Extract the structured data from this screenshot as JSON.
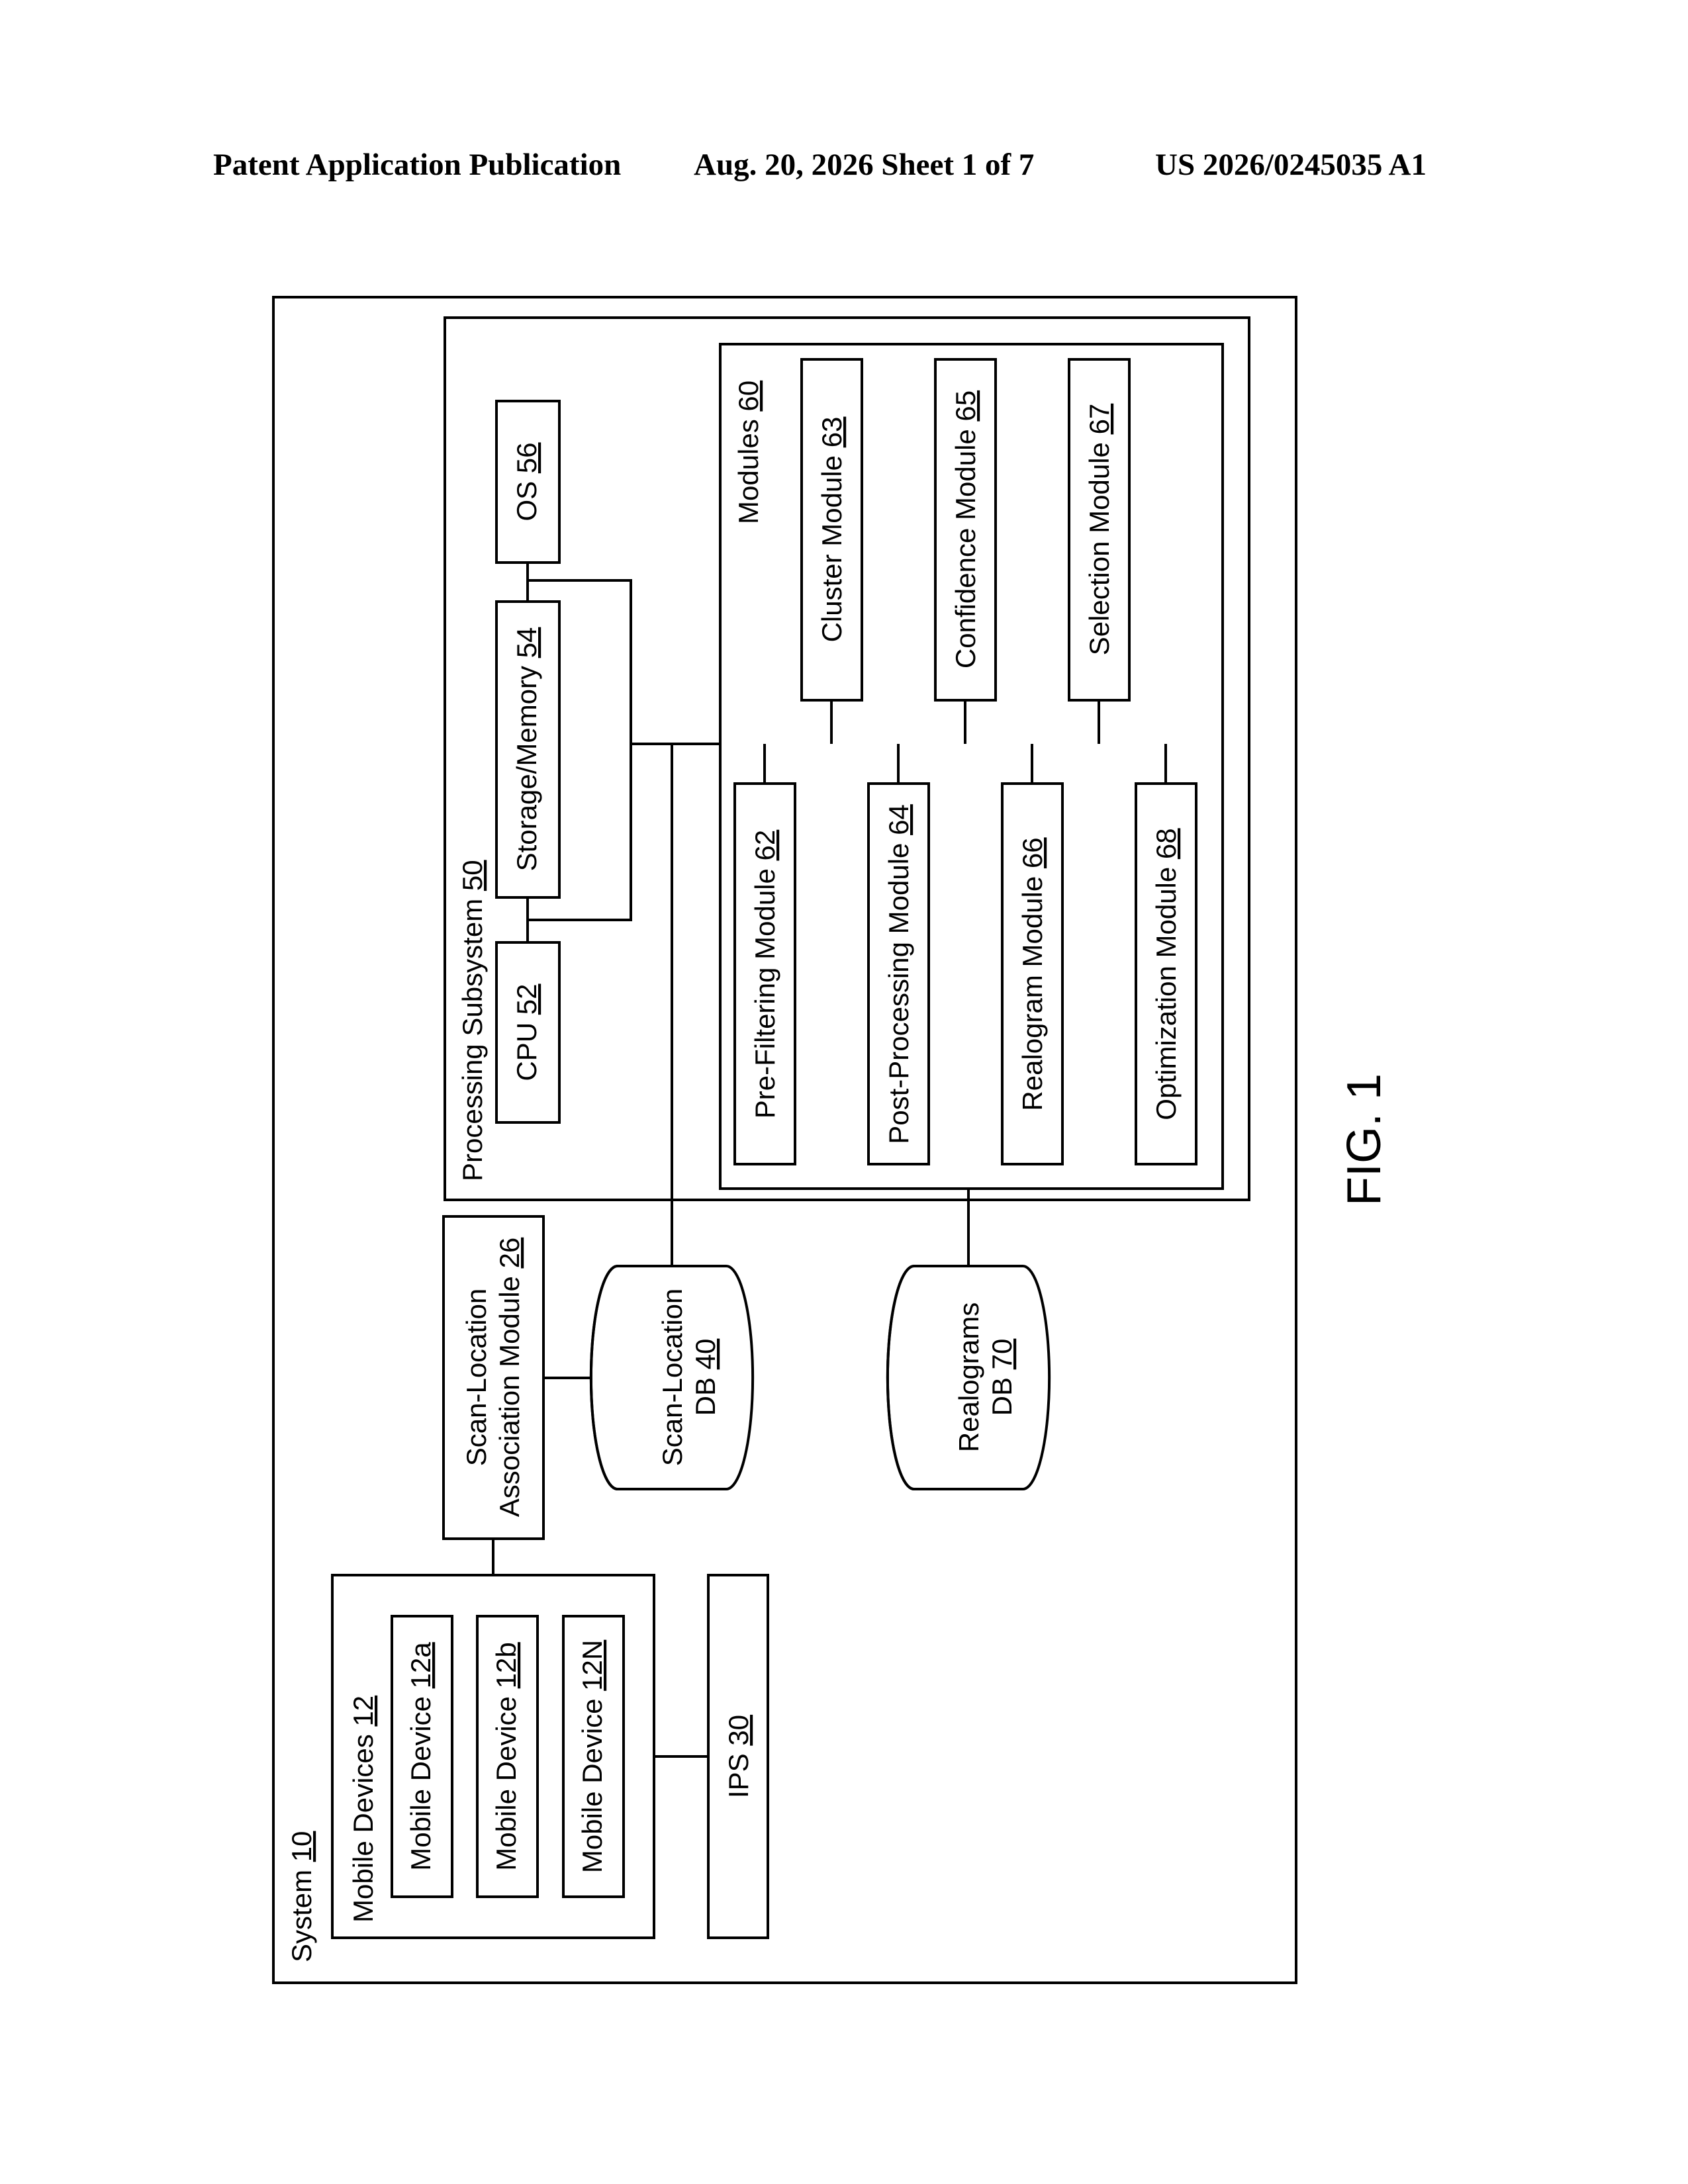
{
  "header": {
    "publication": "Patent Application Publication",
    "date_sheet": "Aug. 20, 2026  Sheet 1 of 7",
    "number": "US 2026/0245035 A1"
  },
  "figure_label": "FIG. 1",
  "system": {
    "label": "System",
    "ref": "10"
  },
  "mobile_devices": {
    "label": "Mobile Devices",
    "ref": "12",
    "devices": [
      {
        "label": "Mobile Device",
        "ref": "12a"
      },
      {
        "label": "Mobile Device",
        "ref": "12b"
      },
      {
        "label": "Mobile Device",
        "ref": "12N"
      }
    ]
  },
  "ips": {
    "label": "IPS",
    "ref": "30"
  },
  "scan_location_module": {
    "line1": "Scan-Location",
    "line2": "Association Module",
    "ref": "26"
  },
  "scan_location_db": {
    "line1": "Scan-Location",
    "line2": "DB",
    "ref": "40"
  },
  "realograms_db": {
    "line1": "Realograms",
    "line2": "DB",
    "ref": "70"
  },
  "processing": {
    "label": "Processing Subsystem",
    "ref": "50",
    "cpu": {
      "label": "CPU",
      "ref": "52"
    },
    "storage": {
      "label": "Storage/Memory",
      "ref": "54"
    },
    "os": {
      "label": "OS",
      "ref": "56"
    }
  },
  "modules": {
    "label": "Modules",
    "ref": "60",
    "items": [
      {
        "label": "Pre-Filtering Module",
        "ref": "62"
      },
      {
        "label": "Cluster Module",
        "ref": "63"
      },
      {
        "label": "Post-Processing Module",
        "ref": "64"
      },
      {
        "label": "Confidence Module",
        "ref": "65"
      },
      {
        "label": "Realogram Module",
        "ref": "66"
      },
      {
        "label": "Selection Module",
        "ref": "67"
      },
      {
        "label": "Optimization Module",
        "ref": "68"
      }
    ]
  }
}
